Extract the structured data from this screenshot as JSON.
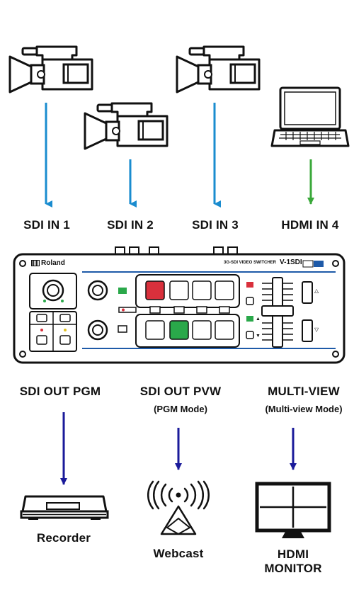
{
  "inputs": [
    {
      "label": "SDI IN 1",
      "source": "camera"
    },
    {
      "label": "SDI IN 2",
      "source": "camera"
    },
    {
      "label": "SDI IN 3",
      "source": "camera"
    },
    {
      "label": "HDMI IN 4",
      "source": "laptop"
    }
  ],
  "device": {
    "brand": "Roland",
    "model_caption": "3G-SDI VIDEO SWITCHER",
    "model_name": "V-1SDI"
  },
  "outputs": [
    {
      "label": "SDI OUT PGM",
      "sub": "",
      "destination": "Recorder"
    },
    {
      "label": "SDI OUT PVW",
      "sub": "(PGM Mode)",
      "destination": "Webcast"
    },
    {
      "label": "MULTI-VIEW",
      "sub": "(Multi-view Mode)",
      "destination_line1": "HDMI",
      "destination_line2": "MONITOR"
    }
  ],
  "colors": {
    "sdi_arrow": "#1a8ccf",
    "hdmi_arrow": "#3aa83a",
    "output_arrow": "#1a1a9a",
    "pgm_red": "#d9303c",
    "pvw_green": "#2aa84a",
    "device_blue": "#1e5aa8"
  }
}
